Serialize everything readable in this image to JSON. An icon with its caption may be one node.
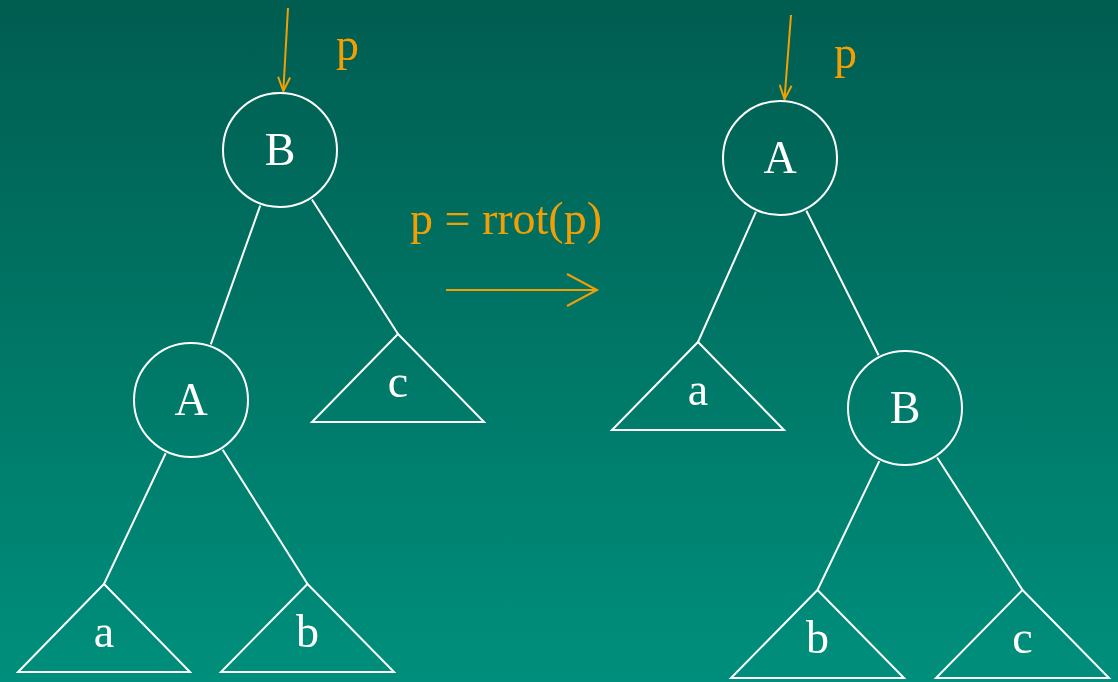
{
  "diagram": {
    "nodes": [
      {
        "text": [
          "B"
        ]
      },
      {
        "text": [
          "A"
        ]
      },
      {
        "text": [
          "c"
        ]
      },
      {
        "text": [
          "a"
        ]
      },
      {
        "text": [
          "b"
        ]
      },
      {
        "text": [
          "A"
        ]
      },
      {
        "text": [
          "a"
        ]
      },
      {
        "text": [
          "B"
        ]
      },
      {
        "text": [
          "b"
        ]
      },
      {
        "text": [
          "c"
        ]
      }
    ],
    "edges": [
      {
        "from": null,
        "to": 0,
        "arrow": "to",
        "color": "#f29f05"
      },
      {
        "from": 0,
        "to": 1,
        "arrow": "none"
      },
      {
        "from": 0,
        "to": 2,
        "arrow": "none"
      },
      {
        "from": 1,
        "to": 3,
        "arrow": "none"
      },
      {
        "from": 1,
        "to": 4,
        "arrow": "none"
      },
      {
        "from": null,
        "to": 5,
        "arrow": "to",
        "color": "#f29f05"
      },
      {
        "from": 5,
        "to": 6,
        "arrow": "none"
      },
      {
        "from": 5,
        "to": 7,
        "arrow": "none"
      },
      {
        "from": 7,
        "to": 8,
        "arrow": "none"
      },
      {
        "from": 7,
        "to": 9,
        "arrow": "none"
      }
    ],
    "labels": [
      "p",
      "p",
      "p = rrot(p)"
    ]
  }
}
